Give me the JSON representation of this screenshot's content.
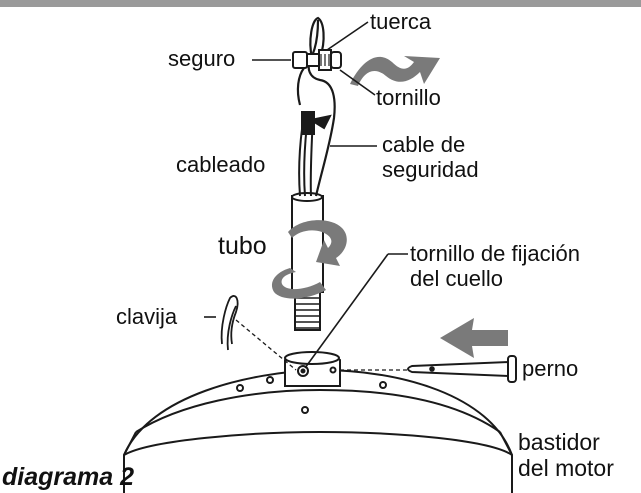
{
  "diagram": {
    "title": "diagrama 2",
    "labels": {
      "tuerca": "tuerca",
      "seguro": "seguro",
      "tornillo": "tornillo",
      "cable_line1": "cable de",
      "cable_line2": "seguridad",
      "cableado": "cableado",
      "tubo": "tubo",
      "fijacion_line1": "tornillo de fijación",
      "fijacion_line2": "del cuello",
      "clavija": "clavija",
      "perno": "perno",
      "bastidor_line1": "bastidor",
      "bastidor_line2": "del motor"
    },
    "colors": {
      "line": "#1a1a1a",
      "arrow": "#7a7a7a",
      "top_rule": "#9a9a9a",
      "fill": "#ffffff"
    }
  }
}
